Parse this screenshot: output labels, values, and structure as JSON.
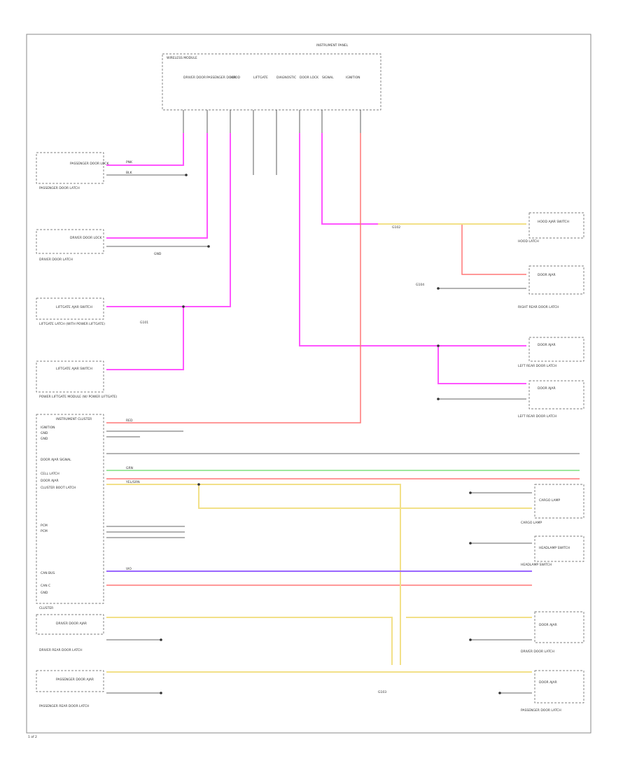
{
  "diagram": {
    "corner_label": "1 of 2",
    "top_module": {
      "title": "WIRELESS MODULE",
      "note": "INSTRUMENT PANEL",
      "pins": [
        "DRIVER DOOR",
        "PASSENGER DOOR",
        "HOOD",
        "LIFTGATE",
        "DIAGNOSTIC",
        "DOOR LOCK",
        "SIGNAL",
        "IGNITION"
      ]
    },
    "components_left": [
      {
        "title": "PASSENGER DOOR LOCK",
        "caption": "PASSENGER DOOR LATCH"
      },
      {
        "title": "DRIVER DOOR LOCK",
        "caption": "DRIVER DOOR LATCH"
      },
      {
        "title": "LIFTGATE AJAR SWITCH",
        "caption": "LIFTGATE LATCH (WITH POWER LIFTGATE)"
      },
      {
        "title": "LIFTGATE AJAR SWITCH",
        "caption": "POWER LIFTGATE MODULE (W/ POWER LIFTGATE)"
      },
      {
        "title": "INSTRUMENT CLUSTER",
        "caption": "CLUSTER"
      },
      {
        "title": "DRIVER DOOR AJAR",
        "caption": "DRIVER REAR DOOR LATCH"
      },
      {
        "title": "PASSENGER DOOR AJAR",
        "caption": "PASSENGER REAR DOOR LATCH"
      }
    ],
    "components_right": [
      {
        "title": "HOOD AJAR SWITCH",
        "caption": "HOOD LATCH"
      },
      {
        "title": "DOOR AJAR",
        "caption": "RIGHT REAR DOOR LATCH"
      },
      {
        "title": "DOOR AJAR",
        "caption": "LEFT REAR DOOR LATCH"
      },
      {
        "title": "DOOR AJAR",
        "caption": "LEFT REAR DOOR LATCH"
      },
      {
        "title": "CARGO LAMP",
        "caption": "CARGO LAMP"
      },
      {
        "title": "HEADLAMP SWITCH",
        "caption": "HEADLAMP SWITCH"
      },
      {
        "title": "DOOR AJAR",
        "caption": "DRIVER DOOR LATCH"
      },
      {
        "title": "DOOR AJAR",
        "caption": "PASSENGER DOOR LATCH"
      }
    ],
    "cluster_pins": [
      "IGNITION",
      "GND",
      "GND",
      "DOOR AJAR SIGNAL",
      "CELL LATCH",
      "DOOR AJAR",
      "CLUSTER BOOT LATCH",
      "PCM",
      "PCM",
      "CAN BUS",
      "CAN C",
      "GND"
    ],
    "wire_colors": {
      "pink": "#ff55ff",
      "red": "#ff7777",
      "yellow": "#f2e088",
      "green": "#7ee07e",
      "purple": "#9966ff",
      "black": "#333333"
    },
    "wire_labels": {
      "pink": "PNK",
      "red": "RED",
      "yellow": "YEL/GRN",
      "green": "GRN",
      "purple": "VIO",
      "black": "BLK"
    },
    "ground_label": "GND",
    "splice_labels": [
      "G101",
      "G102",
      "G103",
      "G104"
    ]
  }
}
